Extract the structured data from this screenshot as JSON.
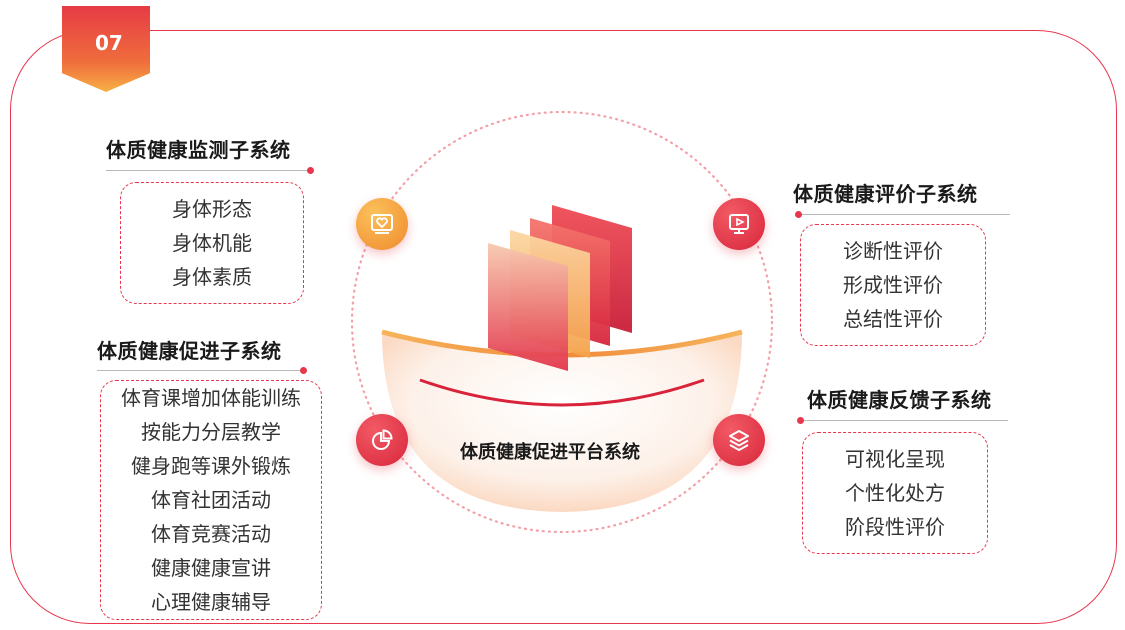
{
  "slide_number": "07",
  "center": {
    "title": "体质健康促进平台系统"
  },
  "monitoring": {
    "title": "体质健康监测子系统",
    "items": [
      "身体形态",
      "身体机能",
      "身体素质"
    ],
    "icon": "heart-monitor-icon"
  },
  "evaluation": {
    "title": "体质健康评价子系统",
    "items": [
      "诊断性评价",
      "形成性评价",
      "总结性评价"
    ],
    "icon": "play-screen-icon"
  },
  "promotion": {
    "title": "体质健康促进子系统",
    "items": [
      "体育课增加体能训练",
      "按能力分层教学",
      "健身跑等课外锻炼",
      "体育社团活动",
      "体育竞赛活动",
      "健康健康宣讲",
      "心理健康辅导"
    ],
    "icon": "pie-chart-icon"
  },
  "feedback": {
    "title": "体质健康反馈子系统",
    "items": [
      "可视化呈现",
      "个性化处方",
      "阶段性评价"
    ],
    "icon": "layers-icon"
  },
  "colors": {
    "accent": "#e8364d",
    "orange": "#f3a03d",
    "text": "#333333"
  }
}
